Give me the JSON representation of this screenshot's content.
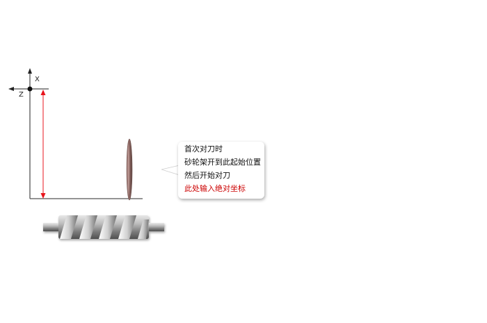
{
  "axes": {
    "x_label": "X",
    "z_label": "Z"
  },
  "callout": {
    "lines": [
      "首次对刀时",
      "砂轮架开到此起始位置",
      "然后开始对刀"
    ],
    "highlight": "此处输入绝对坐标"
  },
  "colors": {
    "axis": "#222222",
    "dimension_arrow": "#e8141c",
    "highlight_text": "#cc0000",
    "grinding_wheel": "#8a6a66",
    "workpiece": "#8c8c8c"
  },
  "icons": {
    "wheel": "grinding-wheel",
    "workpiece": "screw-shaft"
  }
}
